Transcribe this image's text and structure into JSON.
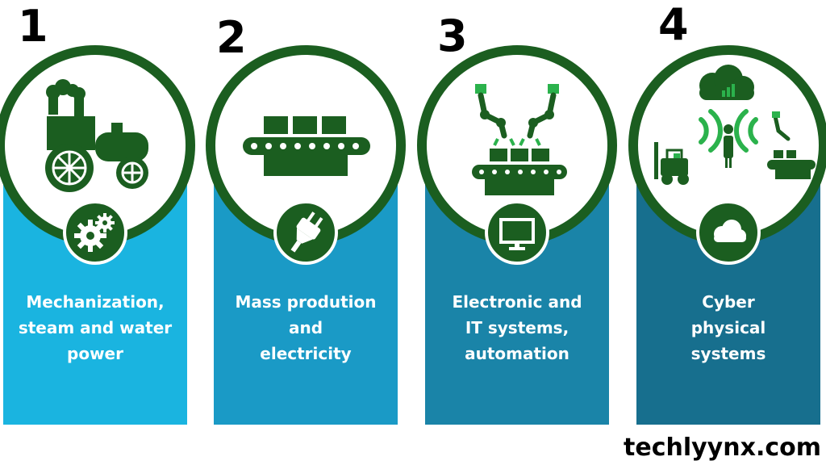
{
  "stages": [
    {
      "number": "1",
      "label_lines": [
        "Mechanization,",
        "steam and water",
        "power"
      ],
      "main_icon": "steam-tractor-icon",
      "badge_icon": "gears-icon",
      "color": "#1ab4e0"
    },
    {
      "number": "2",
      "label_lines": [
        "Mass prodution",
        "and",
        "electricity"
      ],
      "main_icon": "conveyor-belt-icon",
      "badge_icon": "electric-plug-icon",
      "color": "#1a9ac6"
    },
    {
      "number": "3",
      "label_lines": [
        "Electronic and",
        "IT systems,",
        "automation"
      ],
      "main_icon": "robotic-arms-icon",
      "badge_icon": "computer-monitor-icon",
      "color": "#1a84a8"
    },
    {
      "number": "4",
      "label_lines": [
        "Cyber",
        "physical",
        "systems"
      ],
      "main_icon": "connected-factory-icon",
      "badge_icon": "cloud-icon",
      "color": "#176f8e"
    }
  ],
  "colors": {
    "dark_green": "#1b5e20",
    "bright_green": "#2bb24c"
  },
  "brand": "techlyynx.com"
}
